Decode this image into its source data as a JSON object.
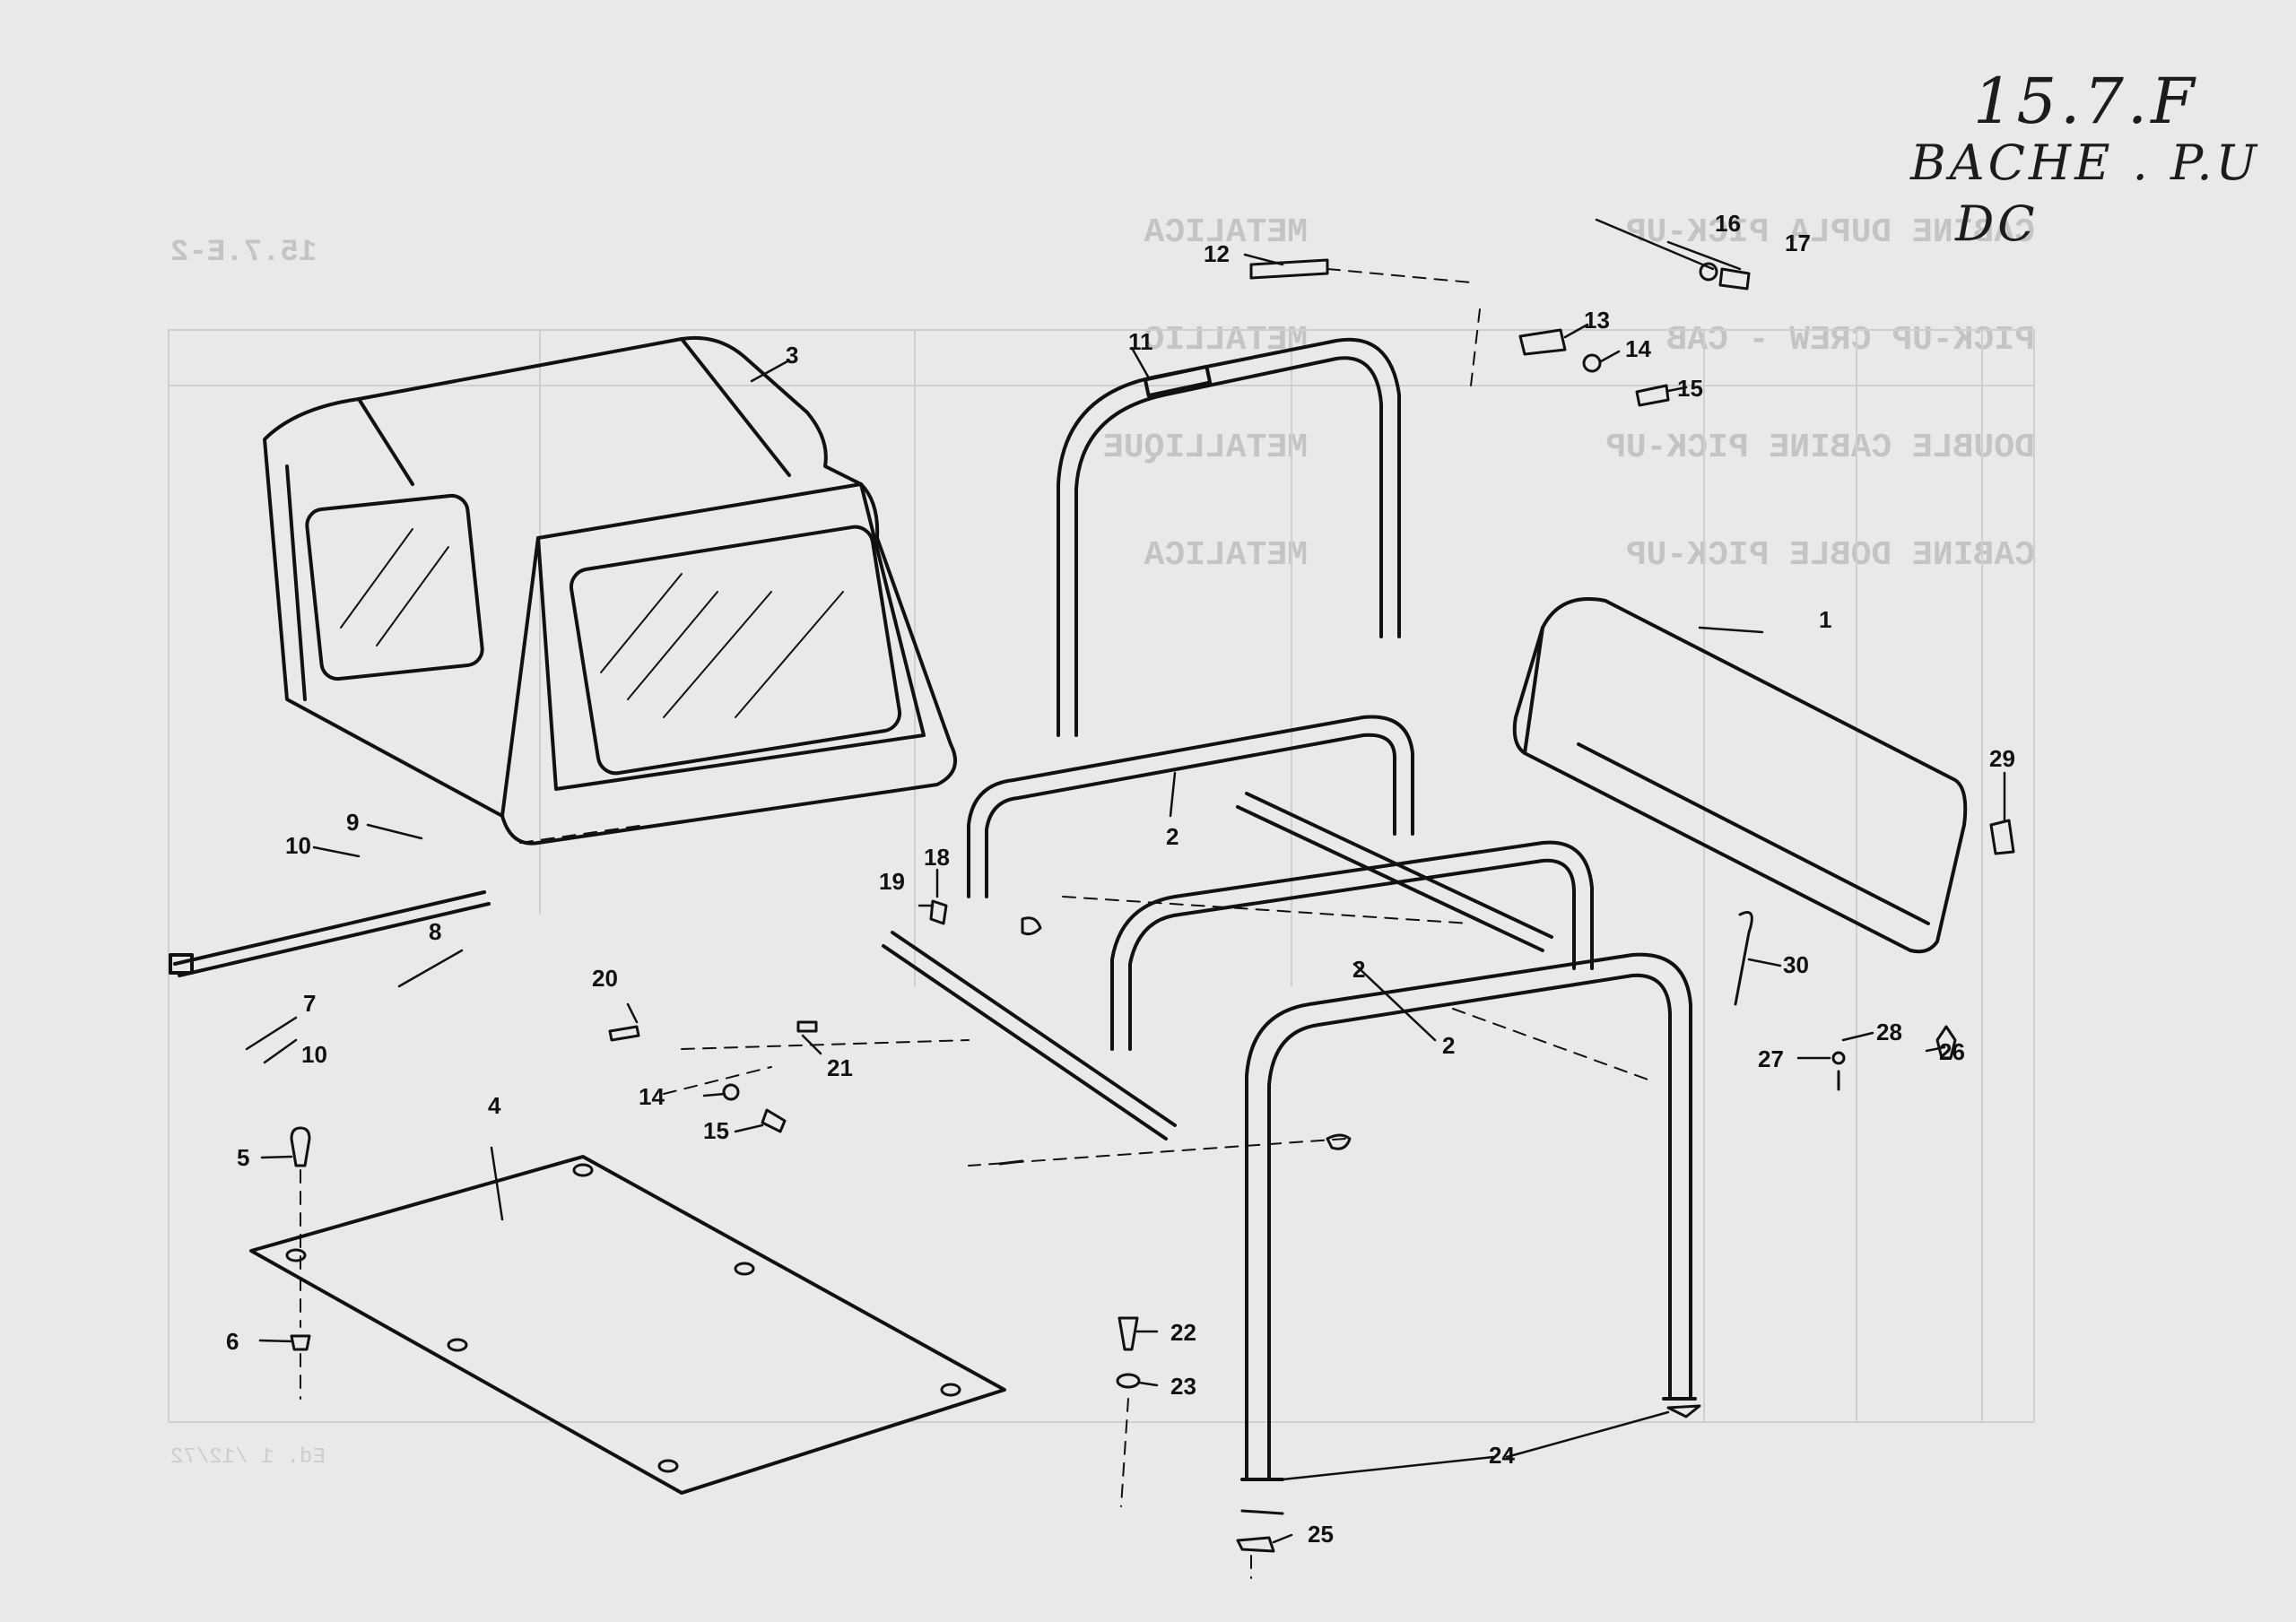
{
  "handwritten": {
    "ref": "15.7.F",
    "label": "BACHE . P.U",
    "sublabel": "DC"
  },
  "bleed_through": {
    "page_ref": "15.7.E-2",
    "title_lines": [
      "CABINE DUPLA PICK-UP",
      "PICK-UP CREW - CAB",
      "DOUBLE CABINE PICK-UP",
      "CABINE DOBLE PICK-UP"
    ],
    "subtitle_lines": [
      "METALICA",
      "METALLIC",
      "METALLIQUE",
      "METALICA"
    ],
    "footer": "Ed. 1 /12/72"
  },
  "callouts": {
    "c1": "1",
    "c2a": "2",
    "c2b": "2",
    "c2c": "2",
    "c3": "3",
    "c4": "4",
    "c5": "5",
    "c6": "6",
    "c7": "7",
    "c8": "8",
    "c9": "9",
    "c10a": "10",
    "c10b": "10",
    "c11": "11",
    "c12": "12",
    "c13": "13",
    "c14a": "14",
    "c14b": "14",
    "c15a": "15",
    "c15b": "15",
    "c16": "16",
    "c17": "17",
    "c18": "18",
    "c19": "19",
    "c20": "20",
    "c21": "21",
    "c22": "22",
    "c23": "23",
    "c24": "24",
    "c25": "25",
    "c26": "26",
    "c27": "27",
    "c28": "28",
    "c29": "29",
    "c30": "30"
  },
  "colors": {
    "paper": "#e9e9e7",
    "ink": "#111111",
    "ghost": "#c4c4c4"
  }
}
